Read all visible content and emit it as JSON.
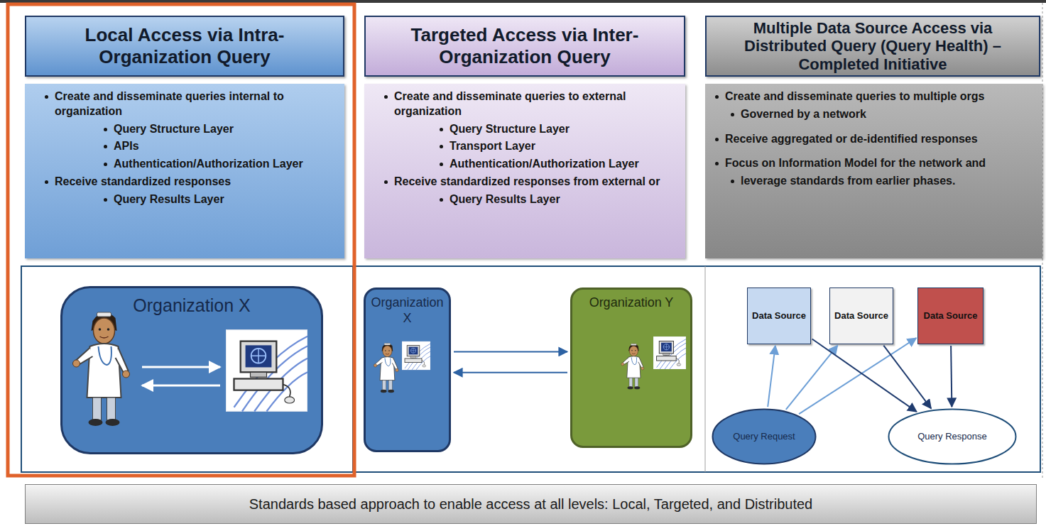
{
  "diagram": {
    "nodes": [
      {
        "text": [
          "Local Access via Intra-Organization Query"
        ]
      },
      {
        "text": [
          "Create and disseminate queries internal to organization",
          "Query Structure Layer",
          "APIs",
          "Authentication/Authorization Layer",
          "Receive standardized responses",
          "Query Results Layer"
        ]
      },
      {
        "text": [
          "Targeted Access via Inter-Organization Query"
        ]
      },
      {
        "text": [
          "Create and disseminate queries to external organization",
          "Query Structure Layer",
          "Transport Layer",
          "Authentication/Authorization Layer",
          "Receive standardized responses from external or",
          "Query Results Layer"
        ]
      },
      {
        "text": [
          "Multiple Data Source Access via Distributed Query (Query Health) – Completed Initiative"
        ]
      },
      {
        "text": [
          "Create and disseminate queries to multiple orgs",
          "Governed by a network",
          "Receive aggregated or de-identified responses",
          "Focus on Information Model for the network and",
          "leverage standards from earlier phases."
        ]
      },
      {
        "text": [
          "Organization X"
        ]
      },
      {
        "text": [
          "Organization X"
        ]
      },
      {
        "text": [
          "Organization Y"
        ]
      },
      {
        "text": [
          "Data Source"
        ]
      },
      {
        "text": [
          "Data Source"
        ]
      },
      {
        "text": [
          "Data Source"
        ]
      },
      {
        "text": [
          "Query Request"
        ]
      },
      {
        "text": [
          "Query Response"
        ]
      },
      {
        "text": [
          "Standards based approach to enable access at all levels: Local, Targeted, and Distributed"
        ]
      }
    ],
    "edges": [
      {
        "from": 7,
        "to": 8,
        "arrow": "to"
      },
      {
        "from": 8,
        "to": 7,
        "arrow": "to"
      },
      {
        "from": 12,
        "to": 9,
        "arrow": "to"
      },
      {
        "from": 12,
        "to": 10,
        "arrow": "to"
      },
      {
        "from": 12,
        "to": 11,
        "arrow": "to"
      },
      {
        "from": 9,
        "to": 13,
        "arrow": "to"
      },
      {
        "from": 10,
        "to": 13,
        "arrow": "to"
      },
      {
        "from": 11,
        "to": 13,
        "arrow": "to"
      }
    ]
  }
}
